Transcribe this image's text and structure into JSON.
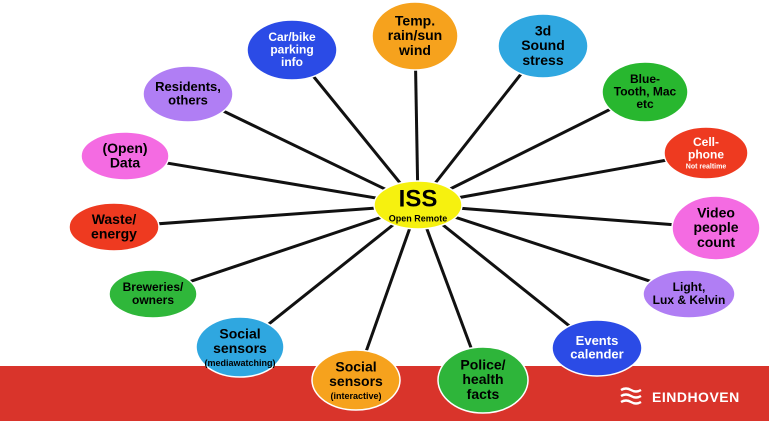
{
  "hub": {
    "lines": [
      "ISS"
    ],
    "sub": "Open Remote",
    "color": "#f6f10f",
    "text_color": "#000000"
  },
  "nodes": [
    {
      "key": "temp",
      "lines": [
        "Temp.",
        "rain/sun",
        "wind"
      ],
      "sub": "",
      "color": "#f6a21d",
      "text_color": "#000000"
    },
    {
      "key": "sound",
      "lines": [
        "3d",
        "Sound",
        "stress"
      ],
      "sub": "",
      "color": "#2fa7e0",
      "text_color": "#000000"
    },
    {
      "key": "bluetooth",
      "lines": [
        "Blue-",
        "Tooth, Mac",
        "etc"
      ],
      "sub": "",
      "color": "#28b72f",
      "text_color": "#000000"
    },
    {
      "key": "cellphone",
      "lines": [
        "Cell-",
        "phone"
      ],
      "sub": "Not realtime",
      "color": "#ee3a20",
      "text_color": "#ffffff"
    },
    {
      "key": "video",
      "lines": [
        "Video",
        "people",
        "count"
      ],
      "sub": "",
      "color": "#f46be2",
      "text_color": "#000000"
    },
    {
      "key": "light",
      "lines": [
        "Light,",
        "Lux & Kelvin"
      ],
      "sub": "",
      "color": "#b07ef4",
      "text_color": "#000000"
    },
    {
      "key": "events",
      "lines": [
        "Events",
        "calender"
      ],
      "sub": "",
      "color": "#2b4be6",
      "text_color": "#ffffff"
    },
    {
      "key": "police",
      "lines": [
        "Police/",
        "health",
        "facts"
      ],
      "sub": "",
      "color": "#2eb53a",
      "text_color": "#000000"
    },
    {
      "key": "social-int",
      "lines": [
        "Social",
        "sensors"
      ],
      "sub": "(interactive)",
      "color": "#f6a21d",
      "text_color": "#000000"
    },
    {
      "key": "social-med",
      "lines": [
        "Social",
        "sensors"
      ],
      "sub": "(mediawatching)",
      "color": "#2fa7e0",
      "text_color": "#000000"
    },
    {
      "key": "breweries",
      "lines": [
        "Breweries/",
        "owners"
      ],
      "sub": "",
      "color": "#2fb73a",
      "text_color": "#000000"
    },
    {
      "key": "waste",
      "lines": [
        "Waste/",
        "energy"
      ],
      "sub": "",
      "color": "#ee3a20",
      "text_color": "#000000"
    },
    {
      "key": "opendata",
      "lines": [
        "(Open)",
        "Data"
      ],
      "sub": "",
      "color": "#f46be2",
      "text_color": "#000000"
    },
    {
      "key": "residents",
      "lines": [
        "Residents,",
        "others"
      ],
      "sub": "",
      "color": "#b07ef4",
      "text_color": "#000000"
    },
    {
      "key": "carbike",
      "lines": [
        "Car/bike",
        "parking",
        "info"
      ],
      "sub": "",
      "color": "#2b4be6",
      "text_color": "#ffffff"
    }
  ],
  "footer": {
    "brand": "EINDHOVEN",
    "band_color": "#d9342b"
  }
}
